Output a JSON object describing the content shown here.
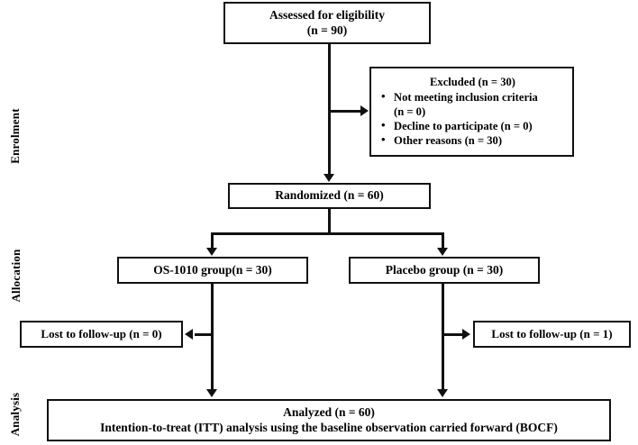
{
  "diagram": {
    "type": "CONSORT participant flow diagram",
    "phases": [
      {
        "id": "enrolment",
        "label": "Enrolment"
      },
      {
        "id": "allocation",
        "label": "Allocation"
      },
      {
        "id": "analysis",
        "label": "Analysis"
      }
    ],
    "boxes": {
      "assessed": {
        "line1": "Assessed for eligibility",
        "line2": "(n = 90)"
      },
      "excluded": {
        "title": "Excluded (n = 30)",
        "bullet_glyph": "•",
        "reasons": [
          "Not meeting inclusion criteria",
          "(n = 0)",
          "Decline to participate (n = 0)",
          "Other reasons (n = 30)"
        ]
      },
      "randomized": {
        "line1": "Randomized (n = 60)"
      },
      "os1010_group": {
        "line1": "OS-1010 group(n = 30)"
      },
      "placebo_group": {
        "line1": "Placebo group (n = 30)"
      },
      "lost_left": {
        "line1": "Lost to follow-up  (n = 0)"
      },
      "lost_right": {
        "line1": "Lost to follow-up  (n = 1)"
      },
      "analyzed": {
        "line1": "Analyzed  (n = 60)",
        "line2": "Intention-to-treat (ITT) analysis using the baseline observation carried forward (BOCF)"
      }
    },
    "colors": {
      "line": "#111111",
      "box_border": "#111111",
      "background": "#ffffff",
      "text": "#000000"
    }
  }
}
